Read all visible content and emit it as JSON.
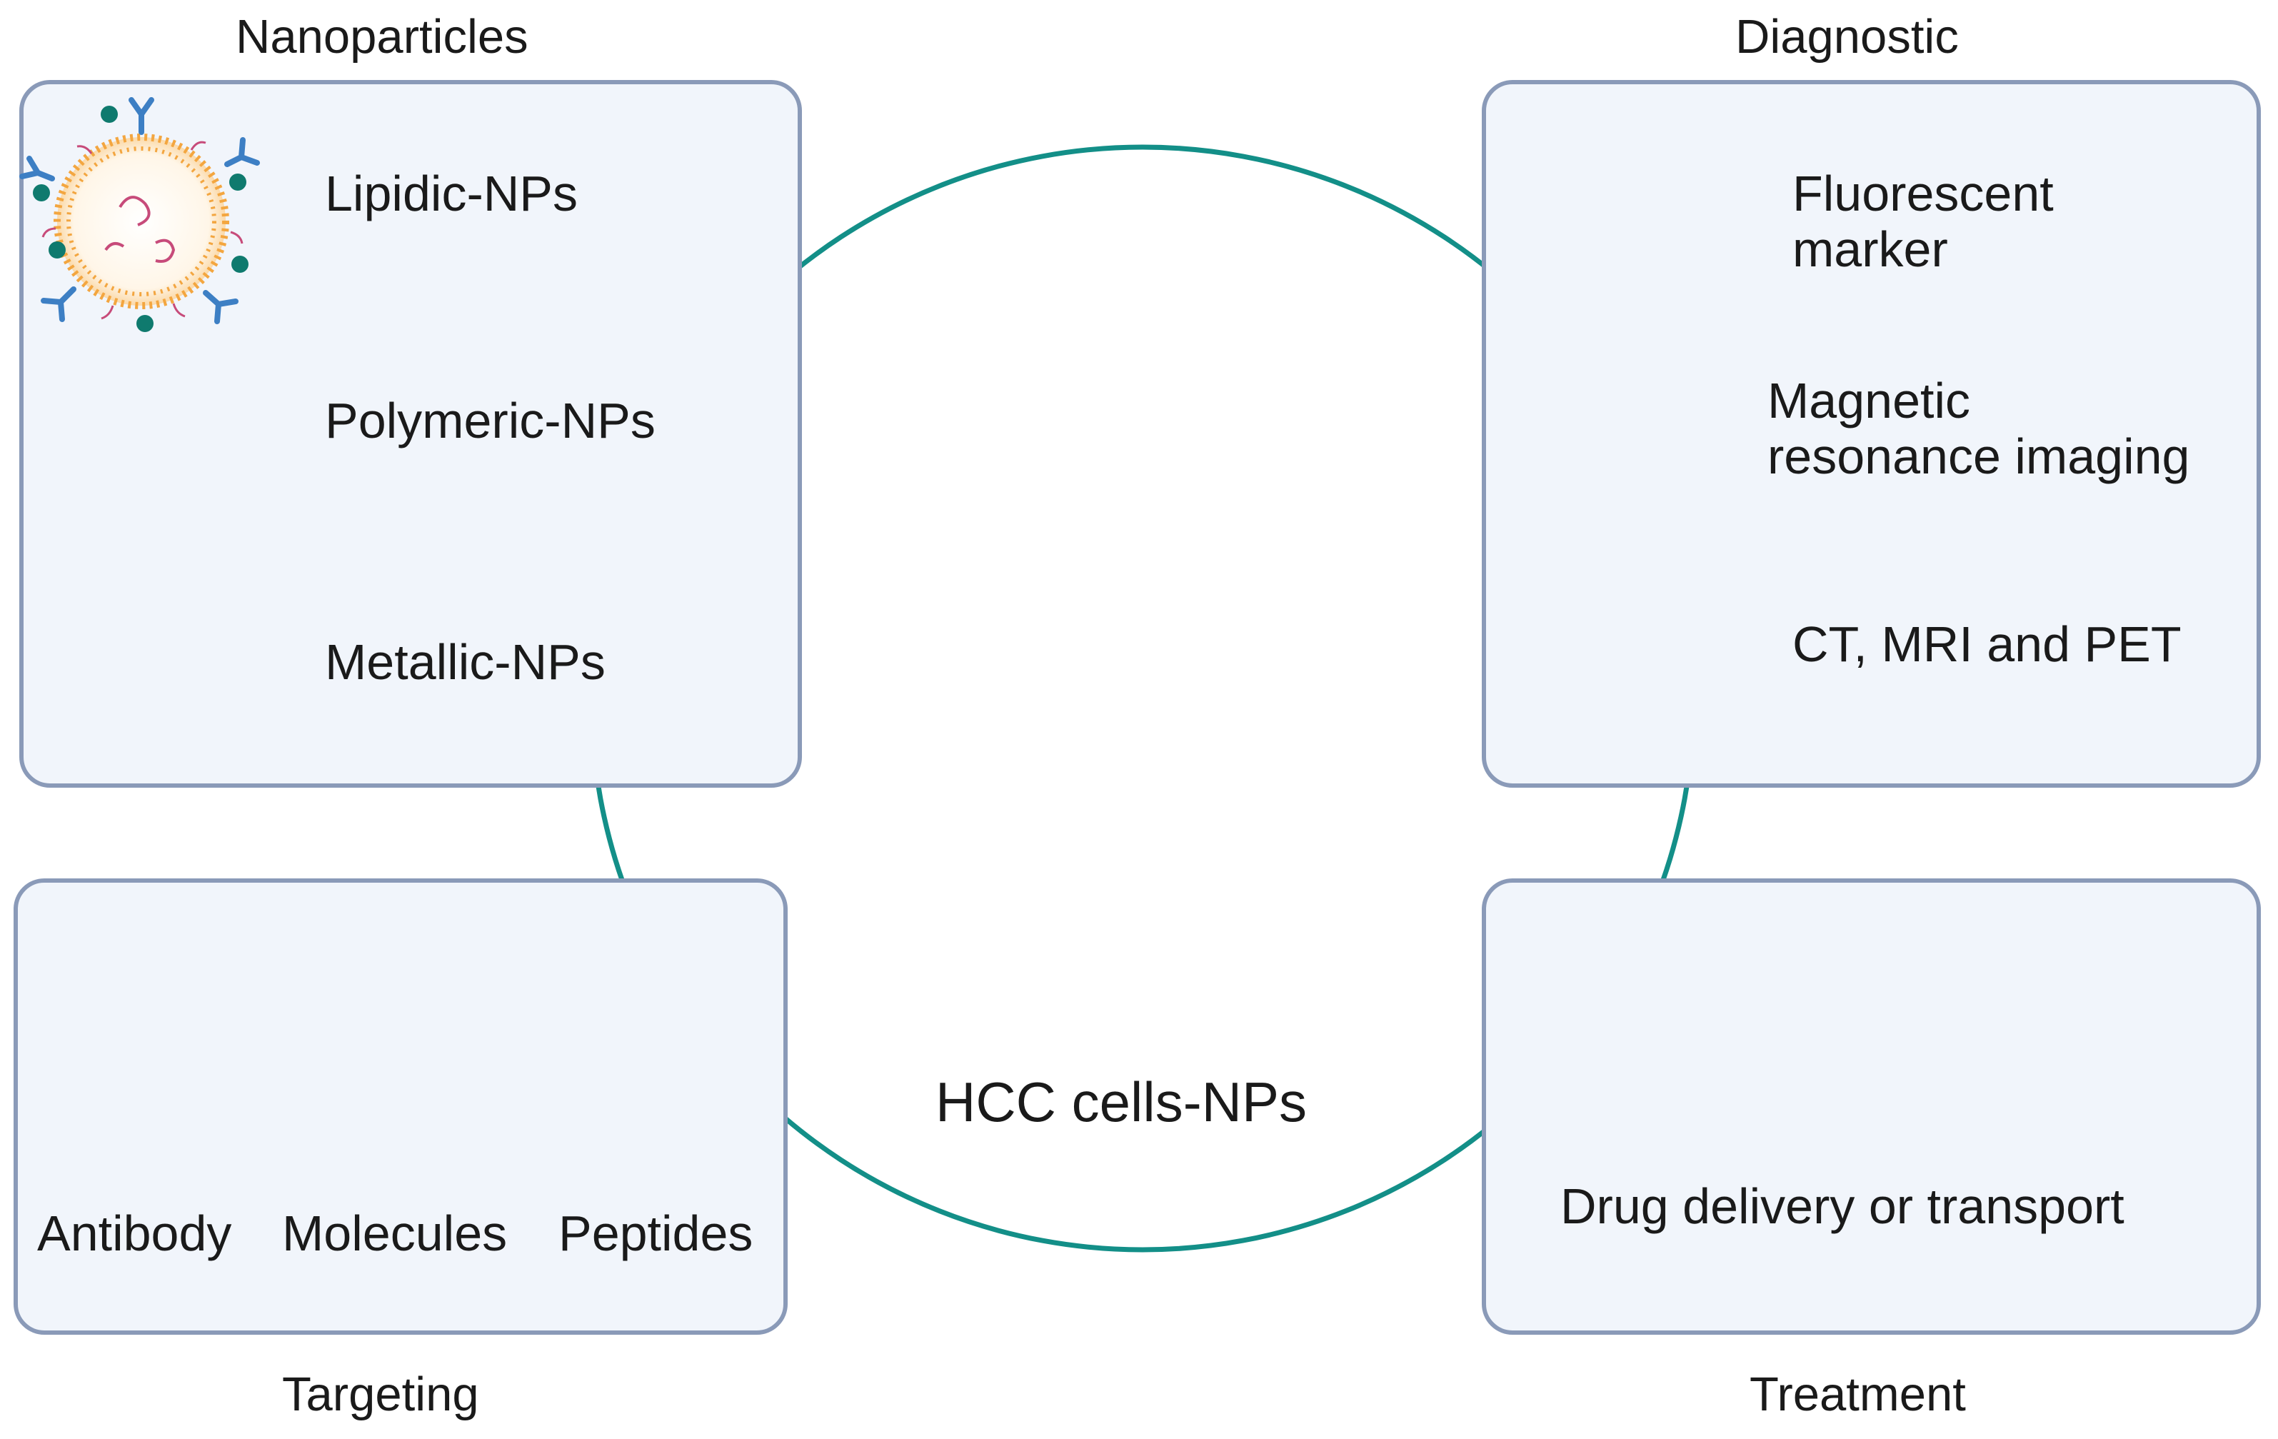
{
  "center": {
    "label": "HCC cells-NPs"
  },
  "nanoparticles": {
    "title": "Nanoparticles",
    "items": [
      {
        "label": "Lipidic-NPs",
        "icon": "lipidic-nanoparticle-icon"
      },
      {
        "label": "Polymeric-NPs",
        "icon": "polymeric-nanoparticle-icon"
      },
      {
        "label": "Metallic-NPs",
        "icon": "metallic-nanoparticle-icon"
      }
    ]
  },
  "diagnostic": {
    "title": "Diagnostic",
    "items": [
      {
        "label_line1": "Fluorescent",
        "label_line2": "marker",
        "icon": "fluorescent-cells-icon"
      },
      {
        "label_line1": "Magnetic",
        "label_line2": "resonance imaging",
        "icon": "mri-scanner-icon"
      },
      {
        "label": "CT, MRI and PET",
        "icon": "brain-scan-icon"
      }
    ]
  },
  "targeting": {
    "title": "Targeting",
    "items": [
      {
        "label": "Antibody",
        "icon": "antibody-icon"
      },
      {
        "label": "Molecules",
        "icon": "molecules-icon"
      },
      {
        "label": "Peptides",
        "icon": "peptides-icon"
      }
    ]
  },
  "treatment": {
    "title": "Treatment",
    "label": "Drug delivery or transport",
    "icons": [
      "hand-with-pills-icon",
      "arrow-right-icon",
      "drug-loaded-nanoparticle-icon",
      "arrow-right-icon",
      "drug-release-icon"
    ]
  },
  "colors": {
    "circle": "#138f88",
    "panel_fill": "#f1f5fb",
    "panel_stroke": "#8a9ab8",
    "antibody": "#1a6f96",
    "tumor": "#d85560",
    "orange": "#f06a1e"
  }
}
